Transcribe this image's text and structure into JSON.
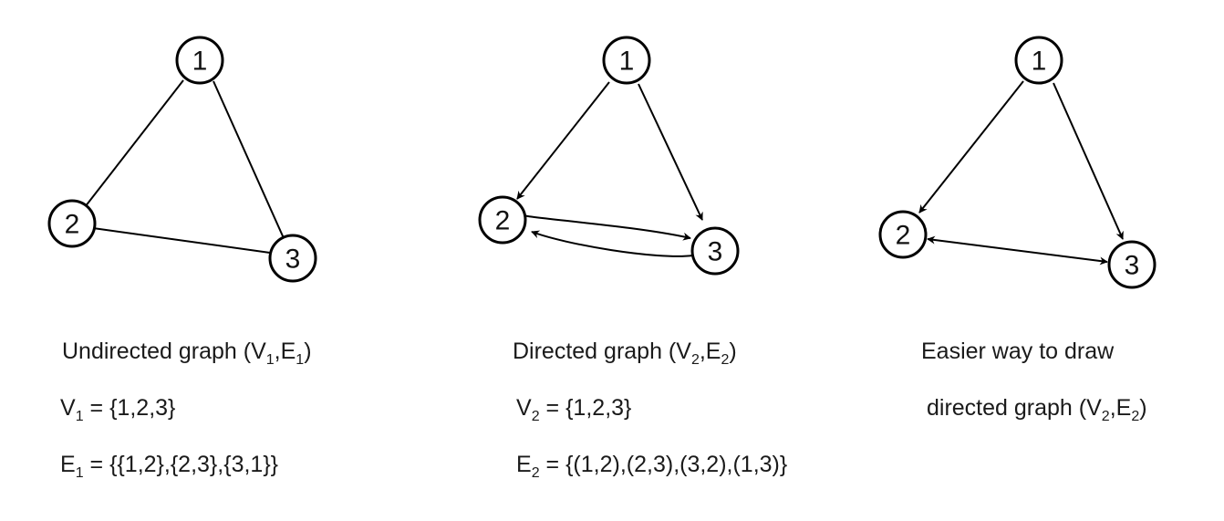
{
  "panels": [
    {
      "id": "undirected",
      "nodes": [
        "1",
        "2",
        "3"
      ],
      "caption_title": {
        "text": "Undirected graph (",
        "sub1_base": "V",
        "sub1": "1",
        "sep": ",",
        "sub2_base": "E",
        "sub2": "1",
        "end": ")"
      },
      "caption_vertices": {
        "base": "V",
        "sub": "1",
        "rest": " = {1,2,3}"
      },
      "caption_edges": {
        "base": "E",
        "sub": "1",
        "rest": " = {{1,2},{2,3},{3,1}}"
      }
    },
    {
      "id": "directed",
      "nodes": [
        "1",
        "2",
        "3"
      ],
      "caption_title": {
        "text": "Directed graph (",
        "sub1_base": "V",
        "sub1": "2",
        "sep": ",",
        "sub2_base": "E",
        "sub2": "2",
        "end": ")"
      },
      "caption_vertices": {
        "base": "V",
        "sub": "2",
        "rest": " = {1,2,3}"
      },
      "caption_edges": {
        "base": "E",
        "sub": "2",
        "rest": " = {(1,2),(2,3),(3,2),(1,3)}"
      }
    },
    {
      "id": "easier",
      "nodes": [
        "1",
        "2",
        "3"
      ],
      "caption_line1": "Easier way to draw",
      "caption_line2": {
        "text": "directed graph (",
        "sub1_base": "V",
        "sub1": "2",
        "sep": ",",
        "sub2_base": "E",
        "sub2": "2",
        "end": ")"
      }
    }
  ]
}
